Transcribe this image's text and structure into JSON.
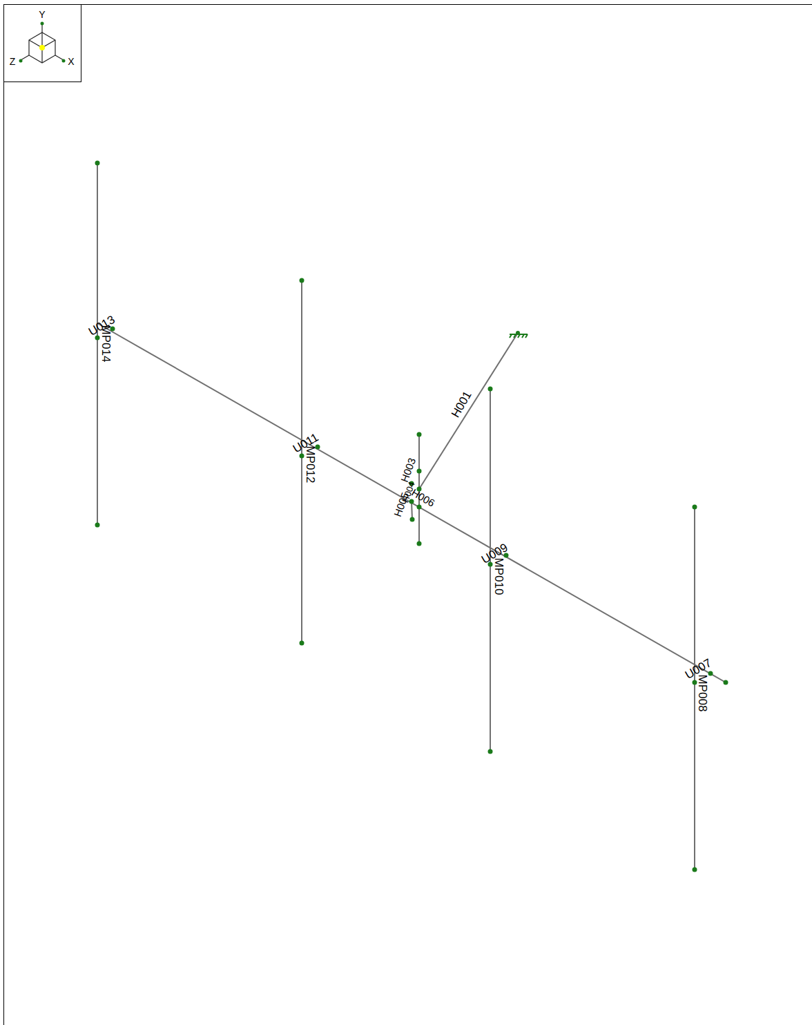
{
  "diagram": {
    "labels": [
      "Y",
      "Z",
      "X",
      "U013",
      "MP014",
      "U011",
      "MP012",
      "H001",
      "H003",
      "H005",
      "H004",
      "H006",
      "U009",
      "MP010",
      "U007",
      "MP008"
    ]
  }
}
